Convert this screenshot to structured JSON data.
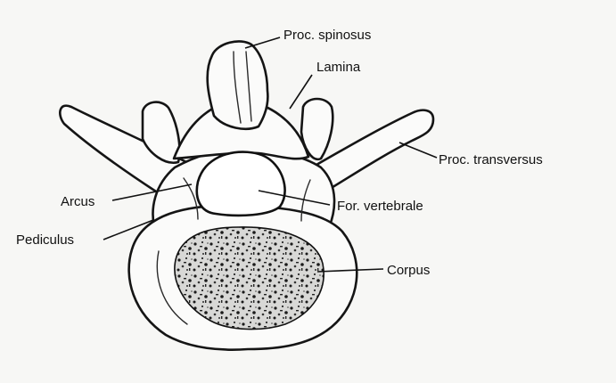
{
  "diagram": {
    "labels": {
      "proc_spinosus": "Proc. spinosus",
      "lamina": "Lamina",
      "proc_transversus": "Proc. transversus",
      "arcus": "Arcus",
      "for_vertebrale": "For. vertebrale",
      "pediculus": "Pediculus",
      "corpus": "Corpus"
    }
  }
}
